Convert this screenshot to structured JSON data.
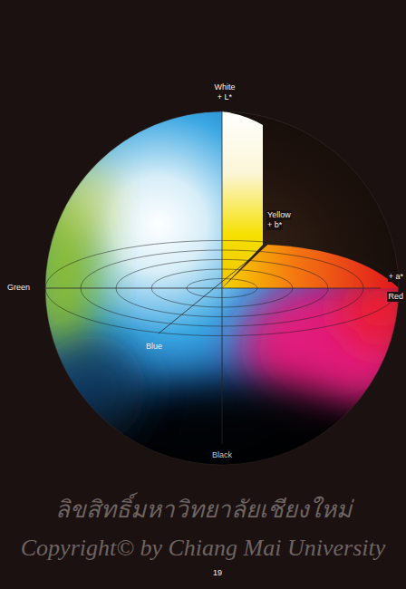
{
  "diagram": {
    "labels": [
      "White",
      "+ L*",
      "Yellow",
      "+ b*",
      "Green",
      "Blue",
      "Black",
      "+ a*",
      "Red",
      "19",
      "ลิขสิทธิ์มหาวิทยาลัยเชียงใหม่",
      "Copyright© by Chiang Mai University"
    ]
  }
}
